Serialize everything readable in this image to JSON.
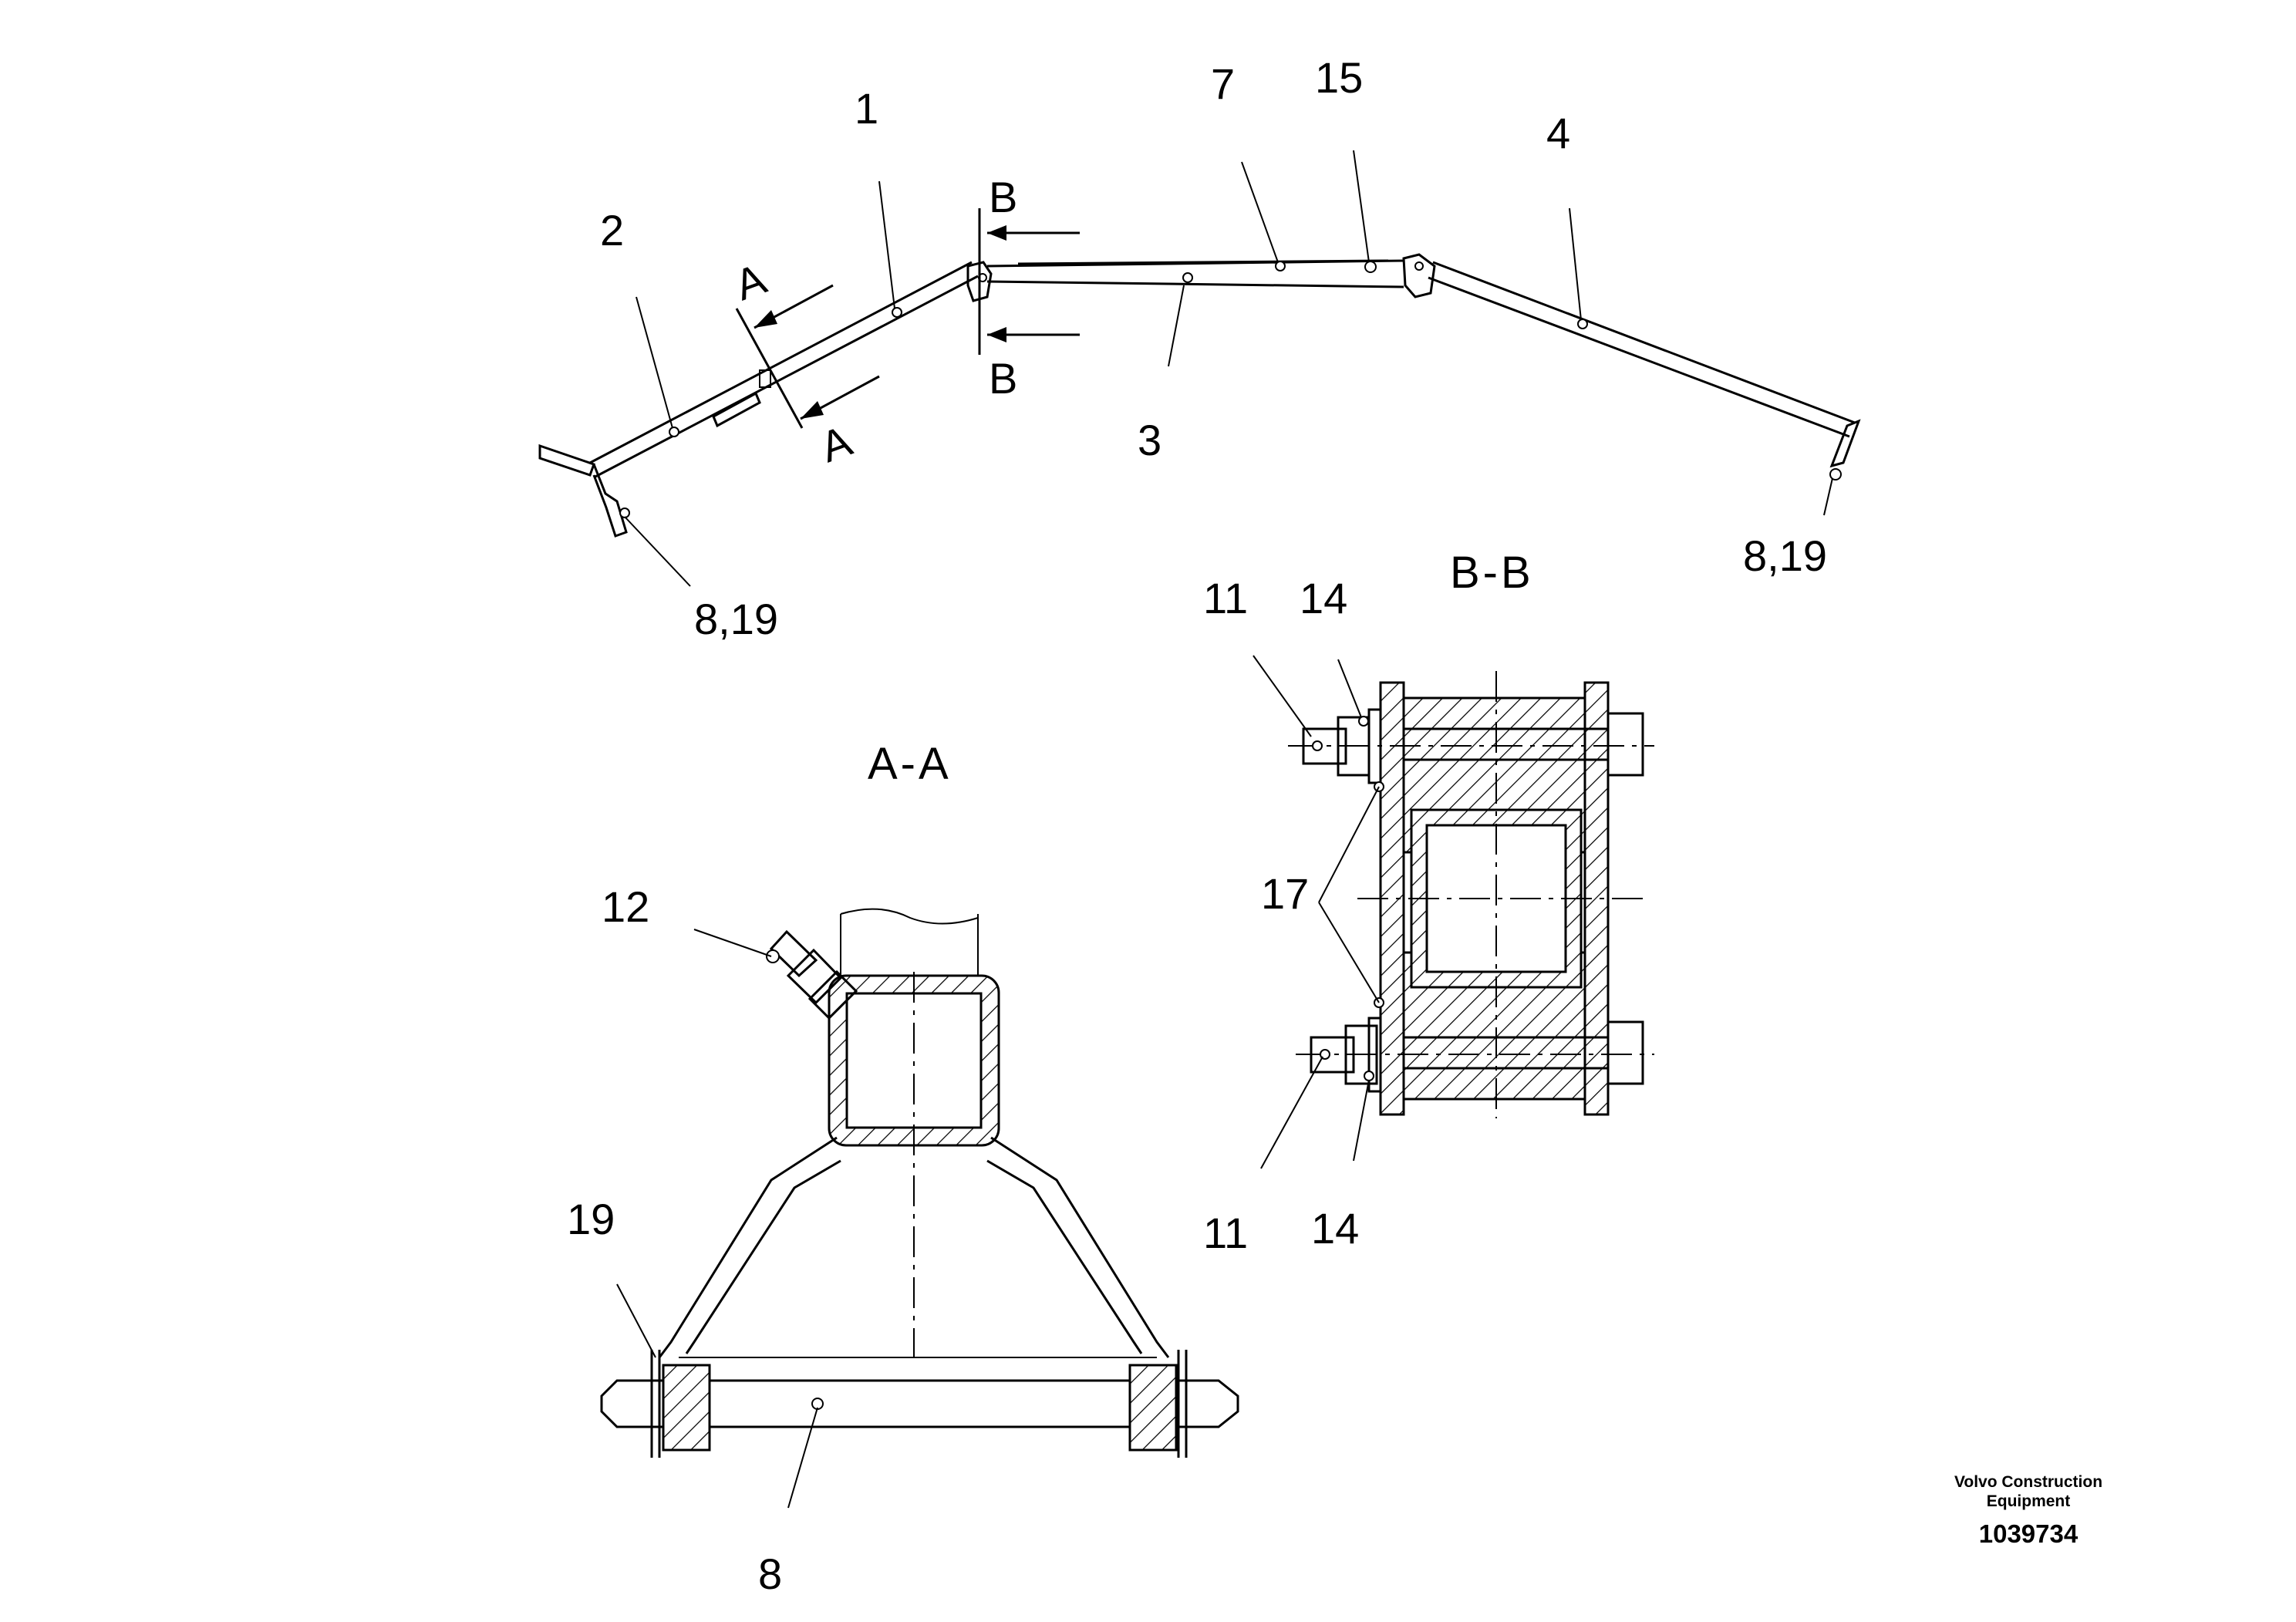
{
  "callouts": {
    "top_1": "1",
    "top_2": "2",
    "top_3": "3",
    "top_4": "4",
    "top_7": "7",
    "top_15": "15",
    "top_8_19_left": "8,19",
    "top_8_19_right": "8,19",
    "cut_a_top": "A",
    "cut_a_bottom": "A",
    "cut_b_top": "B",
    "cut_b_bottom": "B",
    "aa_12": "12",
    "aa_19": "19",
    "aa_8": "8",
    "bb_11_top": "11",
    "bb_14_top": "14",
    "bb_17": "17",
    "bb_11_bottom": "11",
    "bb_14_bottom": "14"
  },
  "section_titles": {
    "aa": "A-A",
    "bb": "B-B"
  },
  "stamp": {
    "line1": "Volvo Construction",
    "line2": "Equipment",
    "number": "1039734"
  }
}
